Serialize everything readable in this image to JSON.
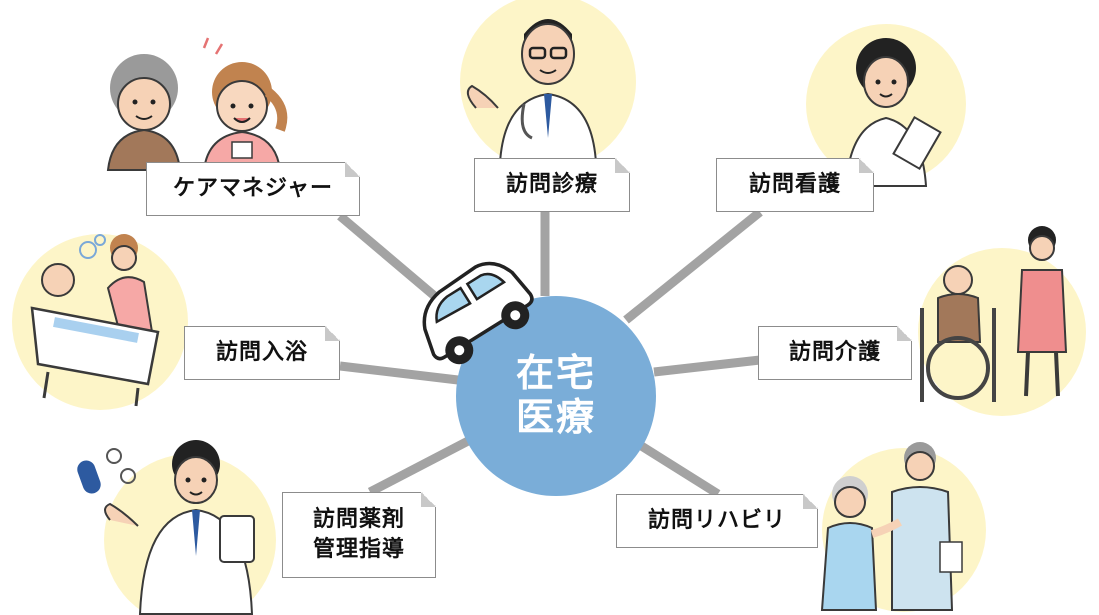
{
  "hub": {
    "line1": "在宅",
    "line2": "医療"
  },
  "services": {
    "care_manager": "ケアマネジャー",
    "home_medical": "訪問診療",
    "home_nursing": "訪問看護",
    "home_bathing": "訪問入浴",
    "home_care": "訪問介護",
    "pharmacy_line1": "訪問薬剤",
    "pharmacy_line2": "管理指導",
    "rehabilitation": "訪問リハビリ"
  },
  "colors": {
    "hub": "#7aadd8",
    "spoke": "#a3a3a3",
    "illustration_bg": "#fdf5c8"
  },
  "icons": [
    "car-icon",
    "doctor-illustration",
    "nurse-illustration",
    "care-manager-illustration",
    "bathing-illustration",
    "caregiver-wheelchair-illustration",
    "pharmacist-illustration",
    "rehabilitation-illustration"
  ]
}
